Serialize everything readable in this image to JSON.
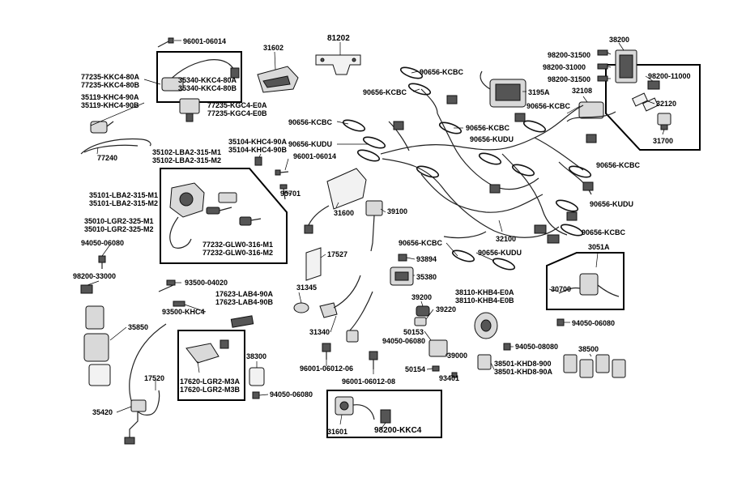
{
  "title": "",
  "labels": {
    "l96001_06014_a": "96001-06014",
    "l77235_a": "77235-KKC4-80A",
    "l77235_b": "77235-KKC4-80B",
    "l35340_a": "35340-KKC4-80A",
    "l35340_b": "35340-KKC4-80B",
    "l35119_a": "35119-KHC4-90A",
    "l35119_b": "35119-KHC4-90B",
    "l77235_kgc_a": "77235-KGC4-E0A",
    "l77235_kgc_b": "77235-KGC4-E0B",
    "l77240": "77240",
    "l31602": "31602",
    "l81202": "81202",
    "l90656_kcbc_top": "90656-KCBC",
    "l90656_kcbc_2": "90656-KCBC",
    "l90656_kcbc_3": "90656-KCBC",
    "l90656_kcbc_4": "90656-KCBC",
    "l90656_kudu_1": "90656-KUDU",
    "l90656_kudu_2": "90656-KUDU",
    "l3195a": "3195A",
    "l98200_31500_a": "98200-31500",
    "l98200_31000": "98200-31000",
    "l98200_31500_b": "98200-31500",
    "l38200": "38200",
    "l98200_11000": "98200-11000",
    "l32108": "32108",
    "l32120": "32120",
    "l90656_kcbc_5": "90656-KCBC",
    "l31700": "31700",
    "l35104_a": "35104-KHC4-90A",
    "l35104_b": "35104-KHC4-90B",
    "l35102_m1": "35102-LBA2-315-M1",
    "l35102_m2": "35102-LBA2-315-M2",
    "l96001_06014_b": "96001-06014",
    "l90656_kcbc_6": "90656-KCBC",
    "l90656_kudu_3": "90656-KUDU",
    "l90656_kcbc_7": "90656-KCBC",
    "l35101_m1": "35101-LBA2-315-M1",
    "l35101_m2": "35101-LBA2-315-M2",
    "l35010_m1": "35010-LGR2-325-M1",
    "l35010_m2": "35010-LGR2-325-M2",
    "l95701": "95701",
    "l31600": "31600",
    "l39100": "39100",
    "l32100": "32100",
    "l90656_kcbc_8": "90656-KCBC",
    "l90656_kudu_4": "90656-KUDU",
    "l3051a": "3051A",
    "l94050_06080_a": "94050-06080",
    "l77232_m1": "77232-GLW0-316-M1",
    "l77232_m2": "77232-GLW0-316-M2",
    "l17527": "17527",
    "l93894": "93894",
    "l98200_33000": "98200-33000",
    "l93500_04020": "93500-04020",
    "l17623_a": "17623-LAB4-90A",
    "l17623_b": "17623-LAB4-90B",
    "l31345": "31345",
    "l35380": "35380",
    "l38110_a": "38110-KHB4-E0A",
    "l38110_b": "38110-KHB4-E0B",
    "l30700": "30700",
    "l93500_khc4": "93500-KHC4",
    "l39200": "39200",
    "l39220": "39220",
    "l94050_06080_b": "94050-06080",
    "l35850": "35850",
    "l31340": "31340",
    "l50153": "50153",
    "l94050_06080_c": "94050-06080",
    "l94050_08080": "94050-08080",
    "l38300": "38300",
    "l39000": "39000",
    "l38500": "38500",
    "l96001_06012_06": "96001-06012-06",
    "l50154": "50154",
    "l38501_900": "38501-KHD8-900",
    "l38501_90a": "38501-KHD8-90A",
    "l17520": "17520",
    "l17620_a": "17620-LGR2-M3A",
    "l17620_b": "17620-LGR2-M3B",
    "l93401": "93401",
    "l96001_06012_08": "96001-06012-08",
    "l94050_06080_d": "94050-06080",
    "l35420": "35420",
    "l31601": "31601",
    "l98200_kkc4": "98200-KKC4"
  }
}
